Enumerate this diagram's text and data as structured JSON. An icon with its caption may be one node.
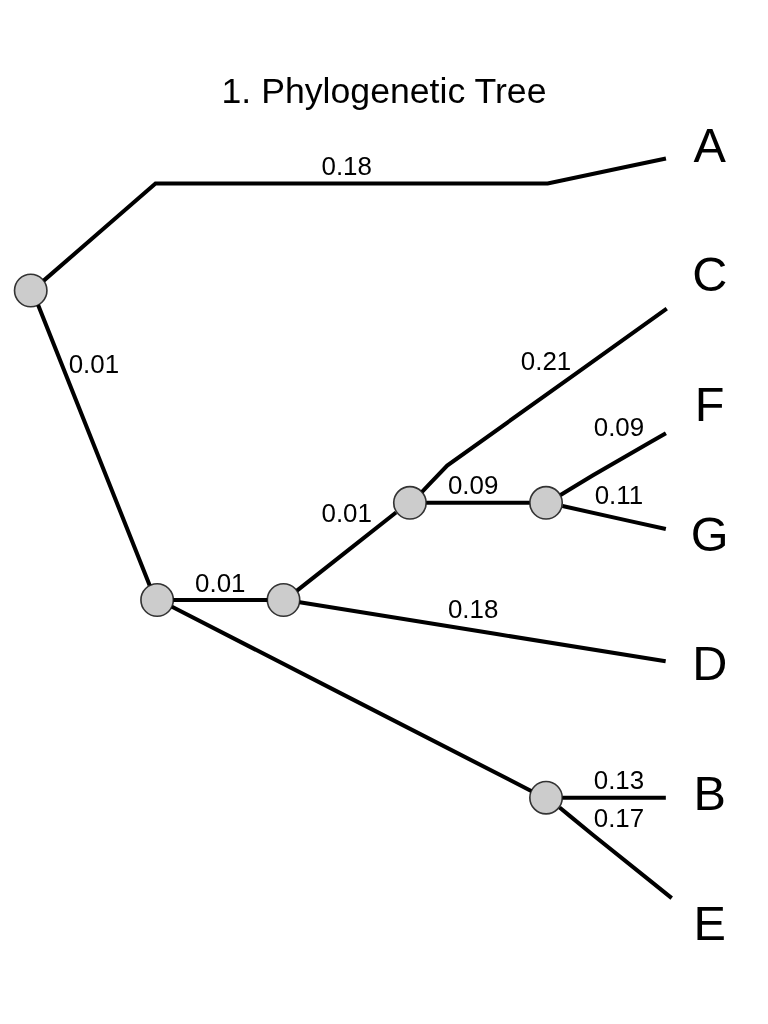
{
  "diagram": {
    "title": "1. Phylogenetic Tree",
    "nodes": [
      {
        "text": [],
        "shape": "circle"
      },
      {
        "text": [],
        "shape": "circle"
      },
      {
        "text": [],
        "shape": "circle"
      },
      {
        "text": [],
        "shape": "circle"
      },
      {
        "text": [],
        "shape": "circle"
      },
      {
        "text": [],
        "shape": "circle"
      },
      {
        "text": [
          "A"
        ]
      },
      {
        "text": [
          "C"
        ]
      },
      {
        "text": [
          "F"
        ]
      },
      {
        "text": [
          "G"
        ]
      },
      {
        "text": [
          "D"
        ]
      },
      {
        "text": [
          "B"
        ]
      },
      {
        "text": [
          "E"
        ]
      }
    ],
    "edges": [
      {
        "from": 0,
        "to": 6,
        "arrow": "none",
        "label": "0.18"
      },
      {
        "from": 0,
        "to": 1,
        "arrow": "none",
        "label": "0.01"
      },
      {
        "from": 1,
        "to": 2,
        "arrow": "none",
        "label": "0.01"
      },
      {
        "from": 1,
        "to": 3,
        "arrow": "none"
      },
      {
        "from": 2,
        "to": 4,
        "arrow": "none",
        "label": "0.01"
      },
      {
        "from": 2,
        "to": 10,
        "arrow": "none",
        "label": "0.18"
      },
      {
        "from": 4,
        "to": 7,
        "arrow": "none",
        "label": "0.21"
      },
      {
        "from": 4,
        "to": 5,
        "arrow": "none",
        "label": "0.09"
      },
      {
        "from": 5,
        "to": 8,
        "arrow": "none",
        "label": "0.09"
      },
      {
        "from": 5,
        "to": 9,
        "arrow": "none",
        "label": "0.11"
      },
      {
        "from": 3,
        "to": 11,
        "arrow": "none",
        "label": "0.13"
      },
      {
        "from": 3,
        "to": 12,
        "arrow": "none",
        "label": "0.17"
      }
    ]
  }
}
